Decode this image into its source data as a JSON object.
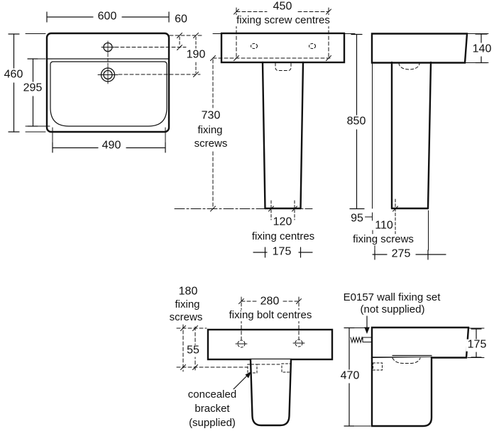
{
  "colors": {
    "ink": "#111111",
    "background": "#ffffff"
  },
  "plan_view": {
    "overall_width": "600",
    "tap_hole_offset": "60",
    "waste_offset": "190",
    "overall_depth": "460",
    "bowl_depth": "295",
    "bowl_width": "490"
  },
  "pedestal_front_view": {
    "screw_centres_value": "450",
    "screw_centres_label": "fixing screw centres",
    "screw_height_value": "730",
    "screw_height_label_line1": "fixing",
    "screw_height_label_line2": "screws",
    "base_centres_value": "120",
    "base_centres_label": "fixing centres",
    "base_width": "175"
  },
  "pedestal_side_view": {
    "basin_height": "140",
    "overall_height": "850",
    "wall_gap": "95",
    "screw_distance": "110",
    "screw_label": "fixing screws",
    "pedestal_depth": "275"
  },
  "semi_pedestal_front_view": {
    "screw_value": "180",
    "screw_label_line1": "fixing",
    "screw_label_line2": "screws",
    "bolt_centres_value": "280",
    "bolt_centres_label": "fixing bolt centres",
    "bracket_offset": "55",
    "bracket_note_line1": "concealed",
    "bracket_note_line2": "bracket",
    "bracket_note_line3": "(supplied)"
  },
  "semi_pedestal_side_view": {
    "wall_fixing_note_line1": "E0157 wall fixing set",
    "wall_fixing_note_line2": "(not supplied)",
    "height": "470",
    "basin_height": "175"
  }
}
